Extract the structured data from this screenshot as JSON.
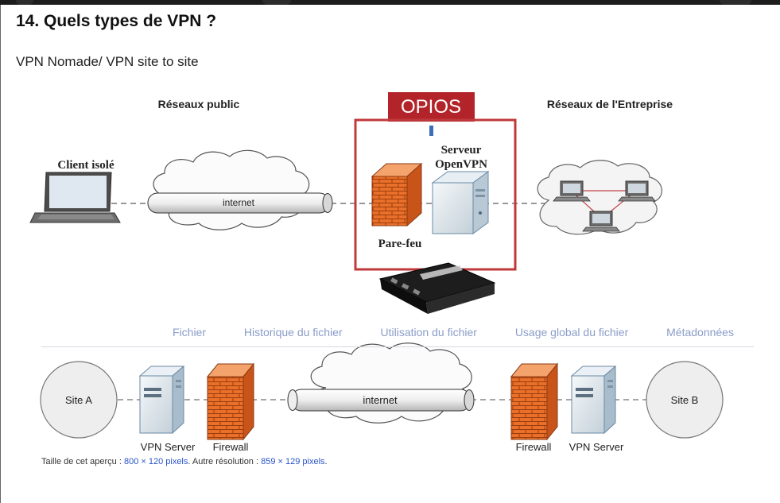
{
  "document": {
    "heading": "14. Quels types de VPN ?",
    "subtitle": "VPN Nomade/ VPN site to site"
  },
  "diagram_top": {
    "public_network_label": "Réseaux public",
    "enterprise_network_label": "Réseaux de l'Entreprise",
    "brand_banner": "OPIOS",
    "client_label": "Client isolé",
    "tunnel_label": "internet",
    "server_label_line1": "Serveur",
    "server_label_line2": "OpenVPN",
    "firewall_label": "Pare-feu",
    "frame_color": "#c0393b",
    "banner_color": "#b3242a"
  },
  "faded_nav": {
    "tabs": [
      "Fichier",
      "Historique du fichier",
      "Utilisation du fichier",
      "Usage global du fichier",
      "Métadonnées"
    ]
  },
  "diagram_bottom": {
    "site_a_label": "Site A",
    "site_b_label": "Site B",
    "tunnel_label": "internet",
    "left_server_label": "VPN Server",
    "left_firewall_label": "Firewall",
    "right_firewall_label": "Firewall",
    "right_server_label": "VPN Server"
  },
  "caption": {
    "prefix": "Taille de cet aperçu : ",
    "preview_size_link": "800 × 120 pixels",
    "middle": ". Autre résolution : ",
    "other_resolution_link": "859 × 129 pixels",
    "suffix": "."
  }
}
